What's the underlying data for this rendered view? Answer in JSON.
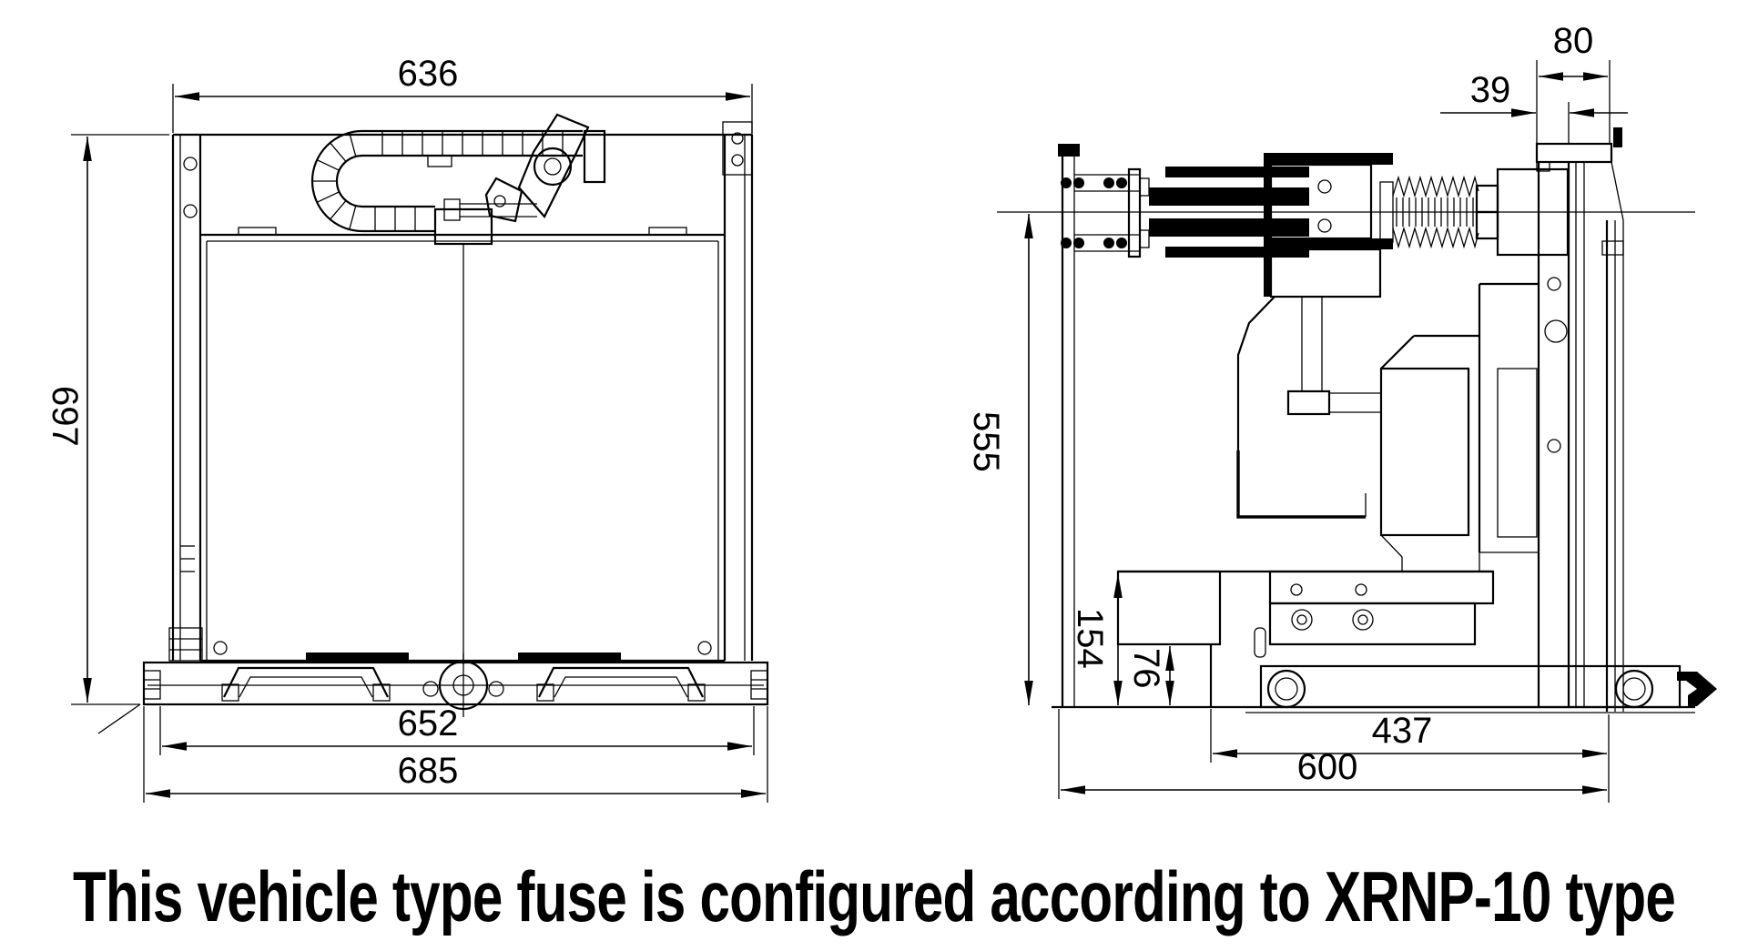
{
  "figure": {
    "caption": "This vehicle type fuse is configured according to XRNP-10 type",
    "colors": {
      "ink": "#000000",
      "paper": "#ffffff"
    }
  },
  "front_view": {
    "labels": {
      "width_top": "636",
      "height": "697",
      "width_mid": "652",
      "width_base": "685"
    }
  },
  "side_view": {
    "labels": {
      "top_width": "80",
      "top_offset": "39",
      "height": "555",
      "bracket_height": "154",
      "step_height": "76",
      "lower_width": "437",
      "base_width": "600"
    }
  }
}
